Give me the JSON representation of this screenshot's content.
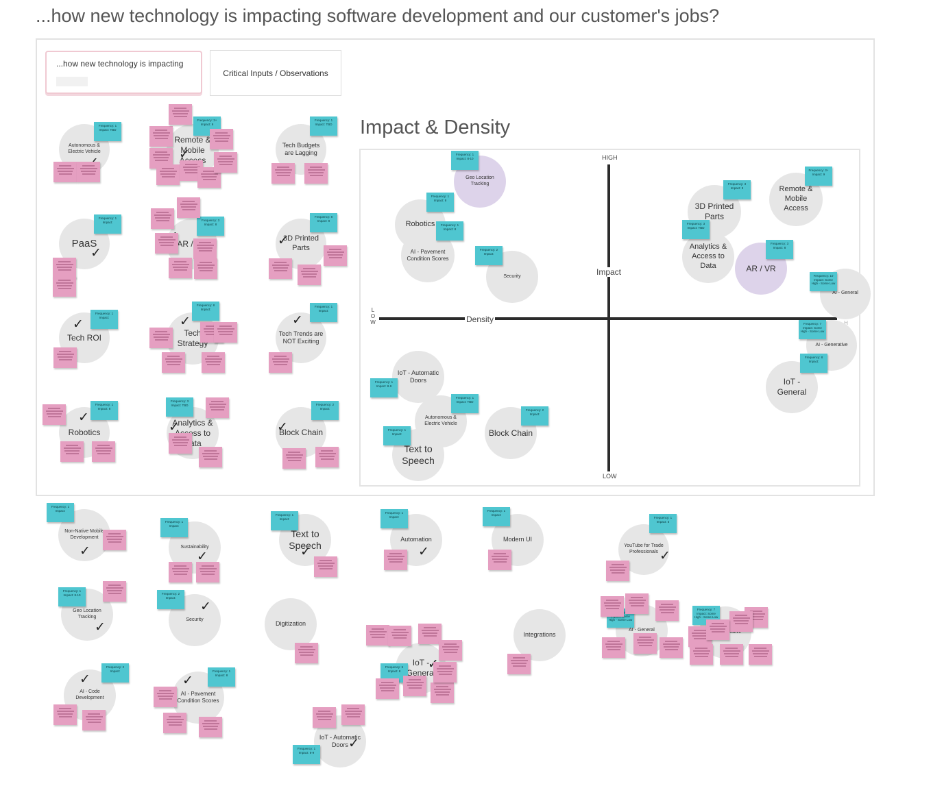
{
  "page_title": "...how new technology is impacting software development and our customer's jobs?",
  "cards": {
    "prompt_card": "...how new technology is impacting",
    "inputs_card": "Critical Inputs / Observations"
  },
  "matrix": {
    "title": "Impact & Density",
    "high_top": "HIGH",
    "low_bottom": "LOW",
    "impact_label": "Impact",
    "density_label": "Density",
    "low_left": "LOW",
    "high_right": "HIGH"
  },
  "topics": {
    "autonomous": "Autonomous & Electric Vehicle",
    "remote": "Remote & Mobile Access",
    "tech_budgets": "Tech Budgets are Lagging",
    "paas": "PaaS",
    "arvr": "AR / VR",
    "printed": "3D Printed Parts",
    "tech_roi": "Tech ROI",
    "tech_strategy": "Tech Strategy",
    "tech_trends": "Tech Trends are NOT Exciting",
    "robotics": "Robotics",
    "analytics": "Analytics & Access to Data",
    "blockchain": "Block Chain",
    "geo": "Geo Location Tracking",
    "ai_pavement": "AI - Pavement Condition Scores",
    "security": "Security",
    "iot_doors": "IoT - Automatic Doors",
    "text_speech": "Text to Speech",
    "ai_general": "AI - General",
    "ai_generative": "AI - Generative",
    "iot_general": "IoT - General",
    "non_native": "Non-Native Mobile Development",
    "sustainability": "Sustainability",
    "automation": "Automation",
    "modern_ui": "Modern UI",
    "youtube": "YouTube for Trade Professionals",
    "digitization": "Digitization",
    "integrations": "Integrations",
    "ai_code": "AI - Code Development"
  },
  "colors": {
    "teal": "#4fc6d0",
    "pink": "#e59fc1",
    "circle": "#e6e6e6",
    "purple": "#ddd3ea"
  },
  "teal_notes": [
    "Frequency: 1 Impact: TBD",
    "Frequency: 3+ Impact: 9",
    "Frequency: 1 Impact: TBD",
    "Frequency: 1 Impact:",
    "Frequency: 3 Impact: 8",
    "Frequency: 8 Impact: 9",
    "Frequency: 1 Impact:",
    "Frequency: 8 Impact:",
    "Frequency: 1 Impact:",
    "Frequency: 1 Impact: 8",
    "Frequency: 3 Impact: TBD",
    "Frequency: 2 Impact:",
    "Frequency: 1 Impact: 8-10",
    "Frequency: 1 Impact: 8",
    "Frequency: 1 Impact: 8",
    "Frequency: 2 Impact:",
    "Frequency: 3 Impact: 9",
    "Frequency: 3+ Impact: 9",
    "Frequency: 3 Impact: TBD",
    "Frequency: 3 Impact: 8",
    "Frequency: 10 Impact: Some High - Some Low",
    "Frequency: 7 Impact: Some High - Some Low",
    "Frequency: 8 Impact:",
    "Frequency: 1 Impact: 8-9",
    "Frequency: 1 Impact: TBD",
    "Frequency: 2 Impact:",
    "Frequency: 1 Impact:",
    "Frequency: 1 Impact:",
    "Frequency: 1 Impact:",
    "Frequency: 1 Impact:",
    "Frequency: 1 Impact:",
    "Frequency: 1 Impact:",
    "Frequency: 1 Impact: 5",
    "Frequency: 1 Impact: 8-10",
    "Frequency: 2 Impact:",
    "Frequency: 2 Impact:",
    "Frequency: 1 Impact: 8",
    "Frequency: 1 Impact: 8-9",
    "Frequency: 10 Impact: Some High - Some Low",
    "Frequency: 7 Impact: Some High - Some Low",
    "Frequency: 5 Impact: 8"
  ]
}
